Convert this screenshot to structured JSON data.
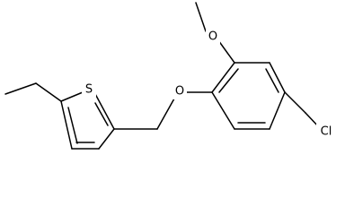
{
  "molecule": {
    "atoms": {
      "sulfur": "S",
      "ether_oxygen": "O",
      "methoxy_oxygen": "O",
      "chlorine": "Cl"
    }
  },
  "colors": {
    "bond": "#000000",
    "background": "#ffffff"
  }
}
